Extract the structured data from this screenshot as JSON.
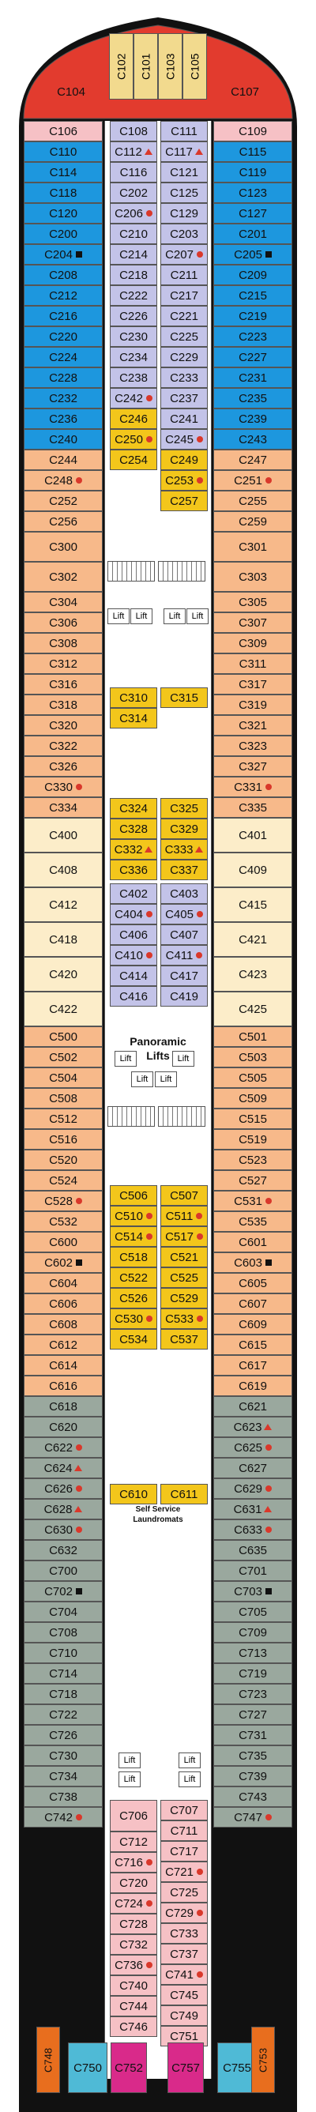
{
  "colors": {
    "red": "#e23b2e",
    "blue": "#1d97de",
    "purple": "#c3c3e8",
    "yellow": "#f3c61b",
    "peach": "#f7b98a",
    "cream": "#fcedc9",
    "gray": "#9aa89e",
    "pink": "#f6c1c5",
    "magenta": "#d92a8a",
    "teal": "#4fbad6",
    "orange": "#e86e1e",
    "fwd": "#f2da8e",
    "hull": "#111111"
  },
  "labels": {
    "panoramic": "Panoramic",
    "lifts": "Lifts",
    "self_service": "Self Service",
    "laundromats": "Laundromats",
    "lift": "Lift"
  },
  "forward": {
    "cabins": [
      "C102",
      "C101",
      "C103",
      "C105"
    ],
    "left": "C104",
    "right": "C107"
  },
  "left_outer": [
    "C106",
    "C110",
    "C114",
    "C118",
    "C120",
    "C200",
    "C204",
    "C208",
    "C212",
    "C216",
    "C220",
    "C224",
    "C228",
    "C232",
    "C236",
    "C240",
    "C244",
    "C248",
    "C252",
    "C256",
    "C300",
    "C302",
    "C304",
    "C306",
    "C308",
    "C312",
    "C316",
    "C318",
    "C320",
    "C322",
    "C326",
    "C330",
    "C334",
    "C400",
    "C408",
    "C412",
    "C418",
    "C420",
    "C422",
    "C500",
    "C502",
    "C504",
    "C508",
    "C512",
    "C516",
    "C520",
    "C524",
    "C528",
    "C532",
    "C600",
    "C602",
    "C604",
    "C606",
    "C608",
    "C612",
    "C614",
    "C616",
    "C618",
    "C620",
    "C622",
    "C624",
    "C626",
    "C628",
    "C630",
    "C632",
    "C700",
    "C702",
    "C704",
    "C708",
    "C710",
    "C714",
    "C718",
    "C722",
    "C726",
    "C730",
    "C734",
    "C738",
    "C742"
  ],
  "right_outer": [
    "C109",
    "C115",
    "C119",
    "C123",
    "C127",
    "C201",
    "C205",
    "C209",
    "C215",
    "C219",
    "C223",
    "C227",
    "C231",
    "C235",
    "C239",
    "C243",
    "C247",
    "C251",
    "C255",
    "C259",
    "C301",
    "C303",
    "C305",
    "C307",
    "C309",
    "C311",
    "C317",
    "C319",
    "C321",
    "C323",
    "C327",
    "C331",
    "C335",
    "C401",
    "C409",
    "C415",
    "C421",
    "C423",
    "C425",
    "C501",
    "C503",
    "C505",
    "C509",
    "C515",
    "C519",
    "C523",
    "C527",
    "C531",
    "C535",
    "C601",
    "C603",
    "C605",
    "C607",
    "C609",
    "C615",
    "C617",
    "C619",
    "C621",
    "C623",
    "C625",
    "C627",
    "C629",
    "C631",
    "C633",
    "C635",
    "C701",
    "C703",
    "C705",
    "C709",
    "C713",
    "C719",
    "C723",
    "C727",
    "C731",
    "C735",
    "C739",
    "C743",
    "C747"
  ],
  "inner_left": [
    "C108",
    "C112",
    "C116",
    "C202",
    "C206",
    "C210",
    "C214",
    "C218",
    "C222",
    "C226",
    "C230",
    "C234",
    "C238",
    "C242",
    "C246",
    "C250",
    "C254",
    "C310",
    "C314",
    "C324",
    "C328",
    "C332",
    "C336",
    "C402",
    "C404",
    "C406",
    "C410",
    "C414",
    "C416",
    "C506",
    "C510",
    "C514",
    "C518",
    "C522",
    "C526",
    "C530",
    "C534",
    "C610",
    "C706",
    "C712",
    "C716",
    "C720",
    "C724",
    "C728",
    "C732",
    "C736",
    "C740",
    "C744",
    "C746"
  ],
  "inner_right": [
    "C111",
    "C117",
    "C121",
    "C125",
    "C129",
    "C203",
    "C207",
    "C211",
    "C217",
    "C221",
    "C225",
    "C229",
    "C233",
    "C237",
    "C241",
    "C245",
    "C249",
    "C253",
    "C257",
    "C315",
    "C325",
    "C329",
    "C333",
    "C337",
    "C403",
    "C405",
    "C407",
    "C411",
    "C417",
    "C419",
    "C507",
    "C511",
    "C517",
    "C521",
    "C525",
    "C529",
    "C533",
    "C537",
    "C611",
    "C707",
    "C711",
    "C717",
    "C721",
    "C725",
    "C729",
    "C733",
    "C737",
    "C741",
    "C745",
    "C749",
    "C751"
  ],
  "aft": [
    "C748",
    "C750",
    "C752",
    "C757",
    "C755",
    "C753"
  ]
}
